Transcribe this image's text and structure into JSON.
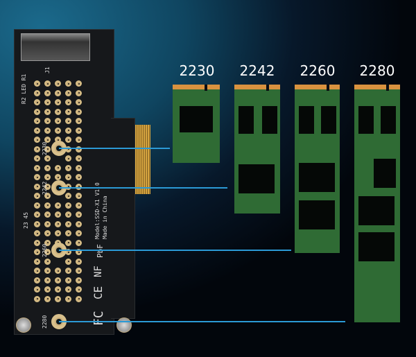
{
  "sizes": [
    {
      "label": "2230"
    },
    {
      "label": "2242"
    },
    {
      "label": "2260"
    },
    {
      "label": "2280"
    }
  ],
  "board": {
    "connector_label": "J1",
    "led_label": "R2 LED R1",
    "hole_labels": [
      "2230",
      "2242",
      "2260",
      "2280"
    ],
    "model": "Model:SSD-X1 V1.0",
    "origin": "Made in China",
    "code": "23 45",
    "marks": [
      "FC",
      "CE",
      "NF",
      "PbF"
    ]
  },
  "colors": {
    "line": "#2b9ad6",
    "pcb": "#2f6b34",
    "gold": "#d9923f"
  }
}
